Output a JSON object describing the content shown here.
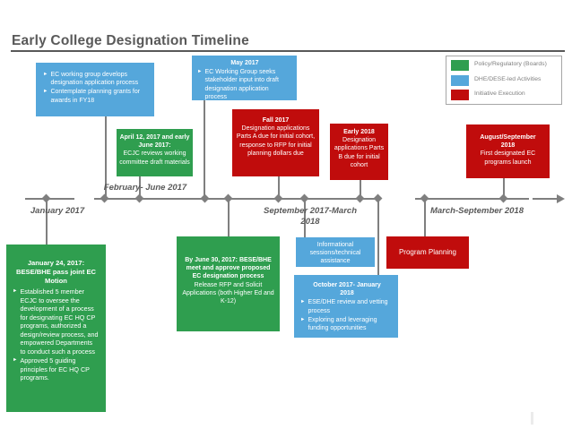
{
  "slide": {
    "title": "Early College Designation Timeline"
  },
  "icons": {
    "bullet": "►"
  },
  "colors": {
    "green": "#2F9E4F",
    "blue": "#55A7DB",
    "red": "#C00C0C",
    "line_gray": "#7F7F7F",
    "heading_gray": "#595959"
  },
  "legend": {
    "items": [
      {
        "label": "Policy/Regulatory (Boards)",
        "color": "#2F9E4F"
      },
      {
        "label": "DHE/DESE-led Activities",
        "color": "#55A7DB"
      },
      {
        "label": "Initiative Execution",
        "color": "#C00C0C"
      }
    ]
  },
  "boxes": {
    "working_group": {
      "bullets": [
        "EC working group develops designation application process",
        "Contemplate planning grants for awards in FY18"
      ]
    },
    "april2017": {
      "title": "April 12, 2017 and early June 2017:",
      "body": "ECJC reviews working committee draft materials"
    },
    "may2017": {
      "title": "May 2017",
      "bullets": [
        "EC Working Group seeks stakeholder input into draft designation application process"
      ]
    },
    "fall2017": {
      "title": "Fall 2017",
      "body": "Designation applications Parts A due for initial cohort, response to RFP for initial planning dollars due"
    },
    "early2018": {
      "title": "Early 2018",
      "body": "Designation applications Parts B due for initial cohort"
    },
    "augsept2018": {
      "title": "August/September 2018",
      "body": "First designated EC programs launch"
    },
    "jan24_2017": {
      "title": "January 24, 2017: BESE/BHE pass joint EC Motion",
      "bullets": [
        "Established 5 member ECJC to oversee the development of a process for designating EC HQ CP programs, authorized a design/review process, and empowered Departments to conduct such a process",
        "Approved 5 guiding principles for EC HQ CP programs."
      ]
    },
    "june30_2017": {
      "title": "By June 30, 2017: BESE/BHE meet and approve proposed EC designation process",
      "body": "Release RFP and Solicit Applications (both Higher Ed and K-12)"
    },
    "info_sessions": {
      "body": "Informational sessions/technical assistance"
    },
    "program_planning": {
      "body": "Program Planning"
    },
    "oct2017": {
      "title": "October 2017- January 2018",
      "bullets": [
        "ESE/DHE review and vetting process",
        "Exploring and leveraging funding opportunities"
      ]
    }
  },
  "timeline": {
    "periods": [
      {
        "label": "January 2017"
      },
      {
        "label": "February- June 2017"
      },
      {
        "label": "September 2017-March 2018"
      },
      {
        "label": "March-September 2018"
      }
    ]
  }
}
